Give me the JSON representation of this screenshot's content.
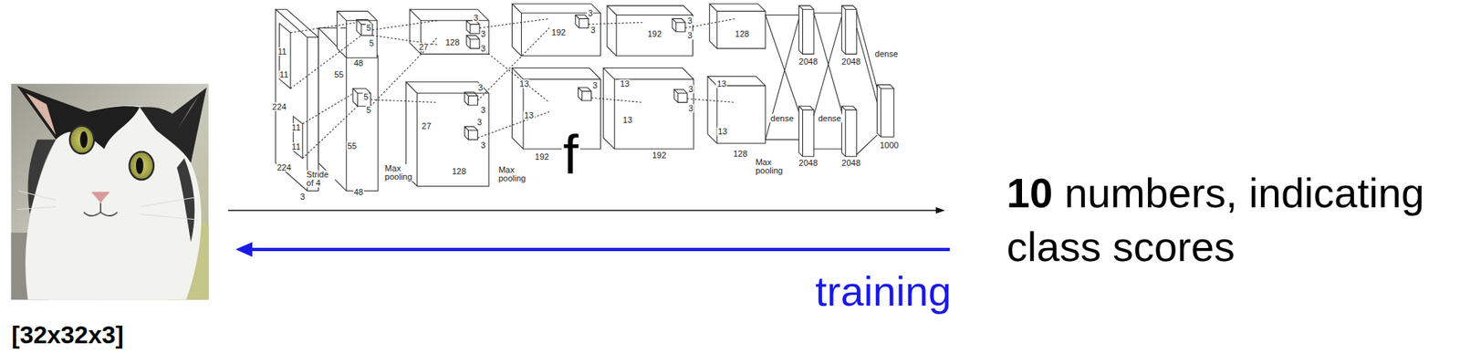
{
  "diagram": {
    "labels": [
      "11",
      "11",
      "224",
      "11",
      "11",
      "224",
      "Stride of 4",
      "3",
      "5",
      "5",
      "48",
      "55",
      "5",
      "5",
      "55",
      "48",
      "Max pooling",
      "27",
      "128",
      "3",
      "3",
      "3",
      "3",
      "3",
      "27",
      "3",
      "3",
      "128",
      "Max pooling",
      "3",
      "3",
      "192",
      "13",
      "3",
      "13",
      "f",
      "192",
      "3",
      "3",
      "192",
      "13",
      "3",
      "3",
      "13",
      "192",
      "128",
      "13",
      "13",
      "128",
      "Max pooling",
      "2048",
      "2048",
      "dense",
      "dense",
      "dense",
      "1000",
      "2048",
      "2048",
      "[32x32x3]",
      "10",
      "numbers, indicating class scores",
      "training"
    ]
  }
}
